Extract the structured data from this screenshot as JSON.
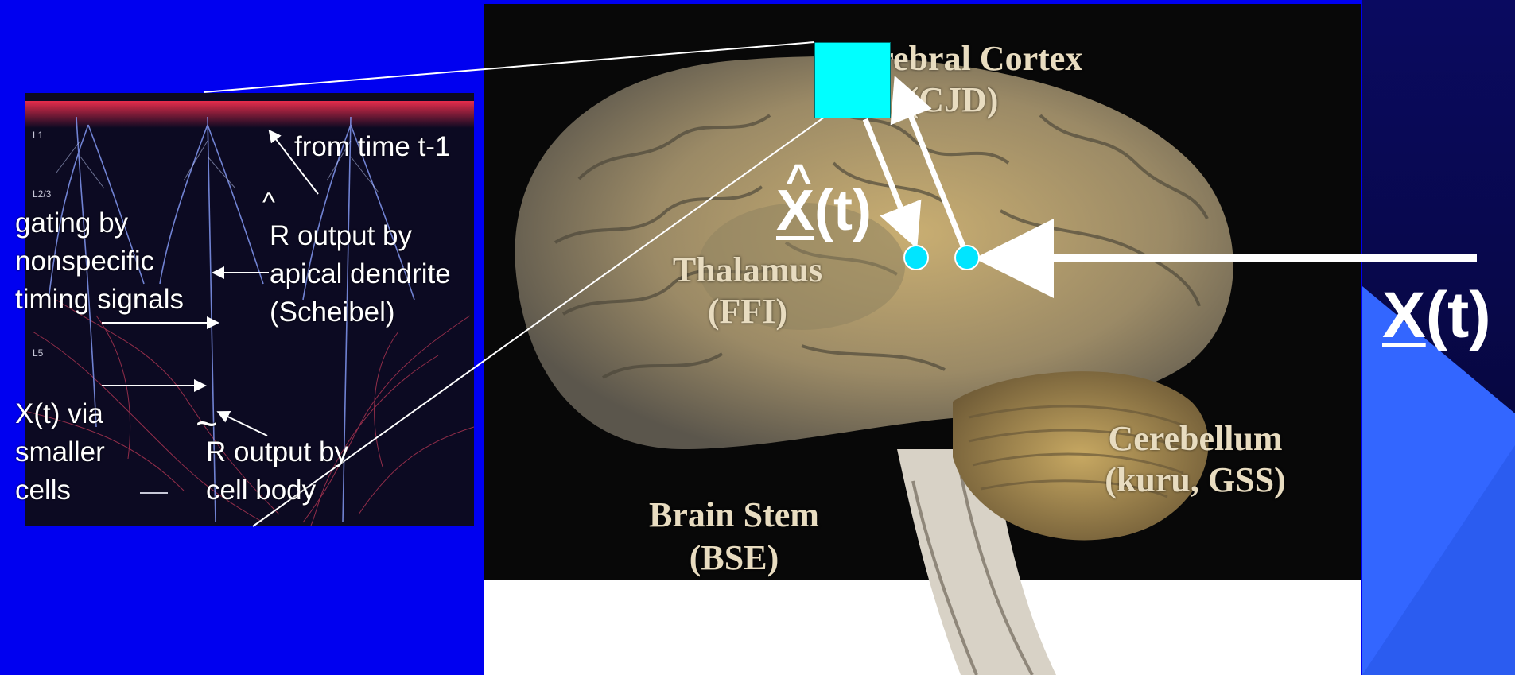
{
  "brain": {
    "cortex": "Cerebral Cortex",
    "cortex_note": "(CJD)",
    "thalamus": "Thalamus",
    "thalamus_note": "(FFI)",
    "cerebellum": "Cerebellum",
    "cerebellum_note": "(kuru, GSS)",
    "brainstem": "Brain Stem",
    "brainstem_note": "(BSE)"
  },
  "symbols": {
    "xhat_letter": "X",
    "xhat_rest": "(t)",
    "xhat_caret": "^",
    "input_letter": "X",
    "input_rest": "(t)"
  },
  "neuron_labels": {
    "from_time": "from time t-1",
    "gating": [
      "gating by",
      "nonspecific",
      "timing signals"
    ],
    "apical_caret": "^",
    "apical": [
      "R output by",
      "apical dendrite",
      "(Scheibel)"
    ],
    "xt_via": [
      "X(t) via",
      "smaller",
      "cells"
    ],
    "body_tilde": "~",
    "body": [
      "R output by",
      "cell body"
    ],
    "layers": [
      "L1",
      "L2/3",
      "L5"
    ]
  },
  "colors": {
    "background": "#0000f0",
    "highlight": "#00ffff",
    "arrow": "#ffffff"
  }
}
